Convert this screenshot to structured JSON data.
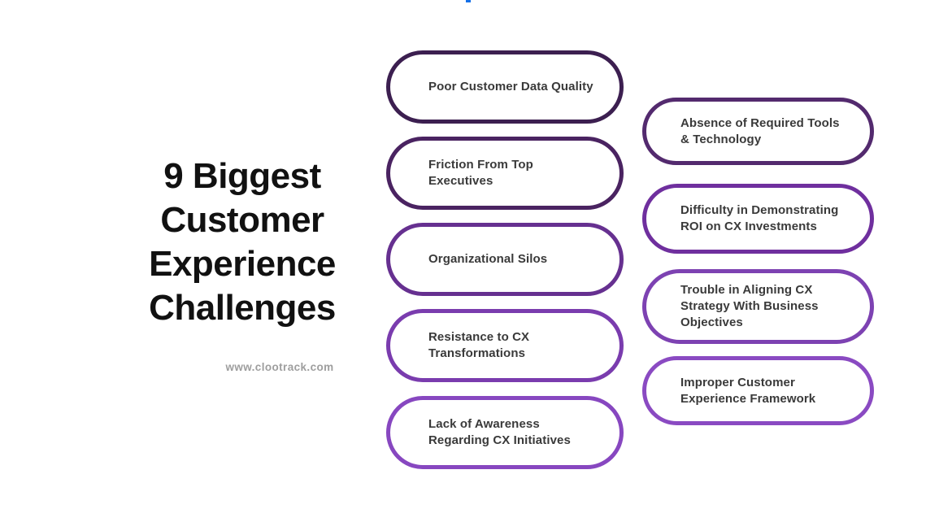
{
  "meta": {
    "background_color": "#ffffff",
    "artifact_color": "#1570e8"
  },
  "title": {
    "full": "9 Biggest Customer Experience Challenges",
    "lines": [
      "9 Biggest",
      "Customer",
      "Experience",
      "Challenges"
    ],
    "text_color": "#111111",
    "website": "www.clootrack.com",
    "website_color": "#9e9e9e"
  },
  "challenges": {
    "label_color": "#3a3a3a",
    "left_column": [
      {
        "label": "Poor Customer Data Quality",
        "border_color": "#3c1f50"
      },
      {
        "label": "Friction From Top Executives",
        "border_color": "#4a2361"
      },
      {
        "label": "Organizational Silos",
        "border_color": "#663090"
      },
      {
        "label": "Resistance to CX\nTransformations",
        "border_color": "#7a3cae"
      },
      {
        "label": "Lack of Awareness\nRegarding CX Initiatives",
        "border_color": "#8747c0"
      }
    ],
    "right_column": [
      {
        "label": "Absence of Required Tools\n& Technology",
        "border_color": "#532a6e"
      },
      {
        "label": "Difficulty in Demonstrating\nROI on CX Investments",
        "border_color": "#6f2f9e"
      },
      {
        "label": "Trouble in Aligning CX\nStrategy With Business\nObjectives",
        "border_color": "#7d42b2"
      },
      {
        "label": "Improper Customer\nExperience Framework",
        "border_color": "#8a4ac2"
      }
    ]
  }
}
